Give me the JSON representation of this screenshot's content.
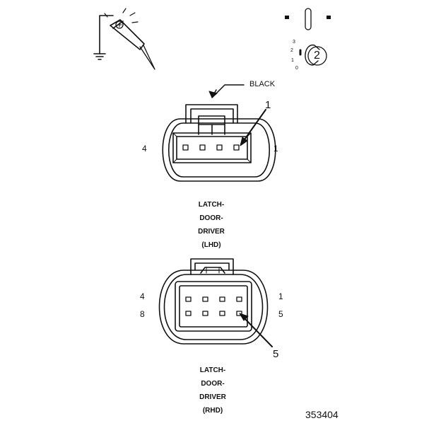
{
  "icons": {
    "probe": "test-probe-icon",
    "ground": "ground-icon",
    "connector_view": "connector-view-icon"
  },
  "view_indicator": {
    "number": "2",
    "scale": [
      "3",
      "2",
      "1",
      "0"
    ]
  },
  "lhd": {
    "color_label": "BLACK",
    "callout": "1",
    "pin_left": "4",
    "pin_right": "1",
    "title": [
      "LATCH-",
      "DOOR-",
      "DRIVER",
      "(LHD)"
    ]
  },
  "rhd": {
    "callout": "5",
    "pin_top_left": "4",
    "pin_top_right": "1",
    "pin_bottom_left": "8",
    "pin_bottom_right": "5",
    "title": [
      "LATCH-",
      "DOOR-",
      "DRIVER",
      "(RHD)"
    ]
  },
  "figure_number": "353404"
}
